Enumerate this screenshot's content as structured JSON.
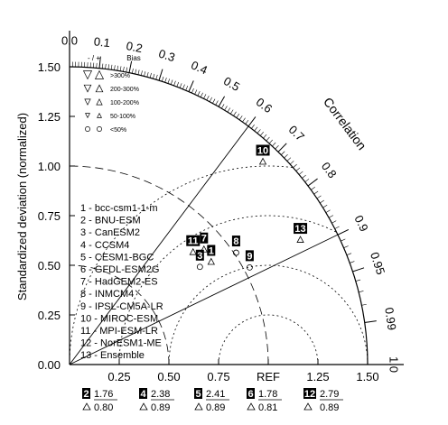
{
  "chart_data": {
    "type": "scatter",
    "subtype": "taylor-diagram",
    "ylabel": "Standardized deviation (normalized)",
    "arc_label": "Correlation",
    "ref_label": "REF",
    "std_range": [
      0,
      1.5
    ],
    "std_ticks": [
      {
        "v": 0.0,
        "label": "0.00"
      },
      {
        "v": 0.25,
        "label": "0.25"
      },
      {
        "v": 0.5,
        "label": "0.50"
      },
      {
        "v": 0.75,
        "label": "0.75"
      },
      {
        "v": 1.0,
        "label": "1.00"
      },
      {
        "v": 1.25,
        "label": "1.25"
      },
      {
        "v": 1.5,
        "label": "1.50"
      }
    ],
    "x_ticks": [
      {
        "v": 0.25,
        "label": "0.25"
      },
      {
        "v": 0.5,
        "label": "0.50"
      },
      {
        "v": 0.75,
        "label": "0.75"
      },
      {
        "v": 1.25,
        "label": "1.25"
      },
      {
        "v": 1.5,
        "label": "1.50"
      }
    ],
    "corr_ticks": [
      {
        "v": 0.0,
        "label": "0.0"
      },
      {
        "v": 0.1,
        "label": "0.1"
      },
      {
        "v": 0.2,
        "label": "0.2"
      },
      {
        "v": 0.3,
        "label": "0.3"
      },
      {
        "v": 0.4,
        "label": "0.4"
      },
      {
        "v": 0.5,
        "label": "0.5"
      },
      {
        "v": 0.6,
        "label": "0.6"
      },
      {
        "v": 0.7,
        "label": "0.7"
      },
      {
        "v": 0.8,
        "label": "0.8"
      },
      {
        "v": 0.9,
        "label": "0.9"
      },
      {
        "v": 0.95,
        "label": "0.95"
      },
      {
        "v": 0.99,
        "label": "0.99"
      },
      {
        "v": 1.0,
        "label": "1.0"
      }
    ],
    "corr_lines": [
      0.6,
      0.9
    ],
    "rms_arcs": [
      0.25,
      0.5,
      0.75,
      1.0
    ],
    "std_arcs_dashed": [
      0.5,
      1.0,
      1.5
    ],
    "bias_legend": {
      "title": "Bias",
      "sign_header": "- / +",
      "rows": [
        ">300%",
        "200-300%",
        "100-200%",
        "50-100%",
        "<50%"
      ]
    },
    "models": [
      "1 - bcc-csm1-1-m",
      "2 - BNU-ESM",
      "3 - CanESM2",
      "4 - CCSM4",
      "5 - CESM1-BGC",
      "6 - GFDL-ESM2G",
      "7 - HadGEM2-ES",
      "8 - INMCM4",
      "9 - IPSL-CM5A-LR",
      "10 - MIROC-ESM",
      "11 - MPI-ESM-LR",
      "12 - NorESM1-ME",
      "13 - Ensemble"
    ],
    "points": [
      {
        "label": "1",
        "std": 0.88,
        "corr": 0.81,
        "marker": "triangle"
      },
      {
        "label": "3",
        "std": 0.82,
        "corr": 0.8,
        "marker": "circle"
      },
      {
        "label": "7",
        "std": 0.89,
        "corr": 0.76,
        "marker": "triangle"
      },
      {
        "label": "8",
        "std": 1.01,
        "corr": 0.83,
        "marker": "circle"
      },
      {
        "label": "9",
        "std": 1.03,
        "corr": 0.88,
        "marker": "circle"
      },
      {
        "label": "10",
        "std": 1.41,
        "corr": 0.69,
        "marker": "triangle"
      },
      {
        "label": "11",
        "std": 0.84,
        "corr": 0.74,
        "marker": "triangle"
      },
      {
        "label": "13",
        "std": 1.32,
        "corr": 0.88,
        "marker": "triangle"
      }
    ],
    "offscale": [
      {
        "label": "2",
        "std": "1.76",
        "corr": "0.80"
      },
      {
        "label": "4",
        "std": "2.38",
        "corr": "0.89"
      },
      {
        "label": "5",
        "std": "2.41",
        "corr": "0.89"
      },
      {
        "label": "6",
        "std": "1.78",
        "corr": "0.81"
      },
      {
        "label": "12",
        "std": "2.79",
        "corr": "0.89"
      }
    ]
  }
}
